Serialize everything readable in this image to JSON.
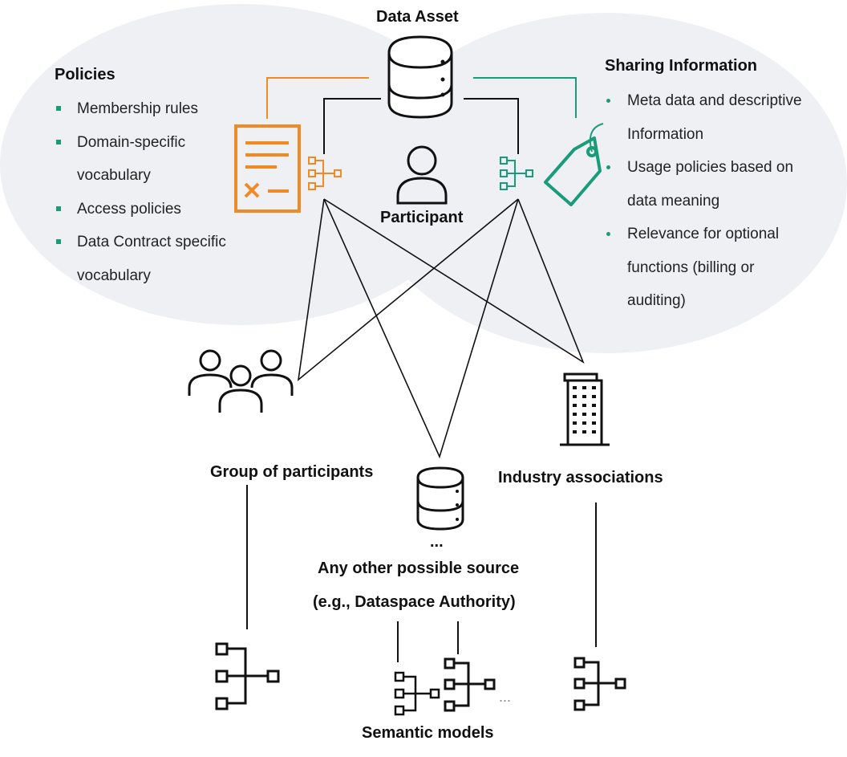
{
  "labels": {
    "data_asset": "Data Asset",
    "participant": "Participant",
    "policies_title": "Policies",
    "sharing_title": "Sharing Information",
    "group": "Group of participants",
    "industry": "Industry associations",
    "ellipsis": "...",
    "other_source_1": "Any other possible source",
    "other_source_2": "(e.g., Dataspace Authority)",
    "semantic_models": "Semantic models",
    "small_ellipsis": "..."
  },
  "policies": [
    "Membership rules",
    "Domain-specific vocabulary",
    "Access policies",
    "Data Contract specific vocabulary"
  ],
  "sharing": [
    "Meta data and descriptive Information",
    "Usage policies based on data meaning",
    "Relevance for optional functions (billing or auditing)"
  ],
  "colors": {
    "ellipse_fill": "#eef0f3",
    "policy_orange": "#f08a24",
    "sharing_green": "#1a9b7a",
    "line": "#111111",
    "bullet": "#1a9b7a"
  },
  "icons": {
    "data_asset": "database-icon",
    "participant": "person-icon",
    "policy": "document-icon",
    "sharing": "tag-icon",
    "group": "people-group-icon",
    "industry": "building-icon",
    "other_source": "database-icon",
    "semantic": "hierarchy-icon"
  }
}
